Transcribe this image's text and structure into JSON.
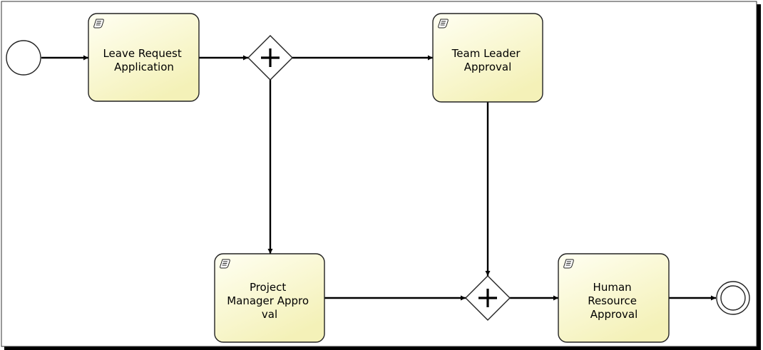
{
  "diagram": {
    "tasks": [
      {
        "id": "leave-request",
        "lines": [
          "Leave Request",
          "Application"
        ],
        "icon": "script-icon"
      },
      {
        "id": "team-leader",
        "lines": [
          "Team Leader",
          "Approval"
        ],
        "icon": "script-icon"
      },
      {
        "id": "project-manager",
        "lines": [
          "Project",
          "Manager Appro",
          "val"
        ],
        "icon": "script-icon"
      },
      {
        "id": "human-resource",
        "lines": [
          "Human",
          "Resource",
          "Approval"
        ],
        "icon": "script-icon"
      }
    ],
    "gateways": [
      {
        "id": "fork",
        "type": "parallel",
        "icon": "plus-icon"
      },
      {
        "id": "join",
        "type": "parallel",
        "icon": "plus-icon"
      }
    ],
    "events": [
      {
        "id": "start",
        "type": "start"
      },
      {
        "id": "end",
        "type": "end"
      }
    ],
    "flows": [
      {
        "from": "start",
        "to": "leave-request"
      },
      {
        "from": "leave-request",
        "to": "fork"
      },
      {
        "from": "fork",
        "to": "team-leader"
      },
      {
        "from": "fork",
        "to": "project-manager"
      },
      {
        "from": "team-leader",
        "to": "join"
      },
      {
        "from": "project-manager",
        "to": "join"
      },
      {
        "from": "join",
        "to": "human-resource"
      },
      {
        "from": "human-resource",
        "to": "end"
      }
    ],
    "colors": {
      "task_fill_light": "#fffff2",
      "task_fill_dark": "#f4f1b8",
      "stroke": "#222222",
      "frame_shadow": "#000000"
    }
  }
}
